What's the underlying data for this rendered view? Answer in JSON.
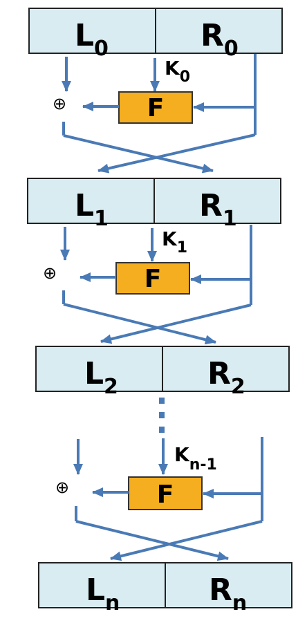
{
  "colors": {
    "halfFill": "#d8ecf1",
    "halfStroke": "#222222",
    "fFill": "#f5ae1f",
    "fStroke": "#333333",
    "arrow": "#4a7ab5"
  },
  "xorSymbol": "⊕",
  "ellipsis": "·",
  "rows": [
    {
      "left": {
        "main": "L",
        "sub": "0"
      },
      "right": {
        "main": "R",
        "sub": "0"
      }
    },
    {
      "left": {
        "main": "L",
        "sub": "1"
      },
      "right": {
        "main": "R",
        "sub": "1"
      }
    },
    {
      "left": {
        "main": "L",
        "sub": "2"
      },
      "right": {
        "main": "R",
        "sub": "2"
      }
    },
    {
      "left": {
        "main": "L",
        "sub": "n"
      },
      "right": {
        "main": "R",
        "sub": "n"
      }
    }
  ],
  "rounds": [
    {
      "fLabel": "F",
      "key": {
        "main": "K",
        "sub": "0"
      }
    },
    {
      "fLabel": "F",
      "key": {
        "main": "K",
        "sub": "1"
      }
    },
    {
      "fLabel": "F",
      "key": {
        "main": "K",
        "sub": "n-1"
      }
    }
  ]
}
